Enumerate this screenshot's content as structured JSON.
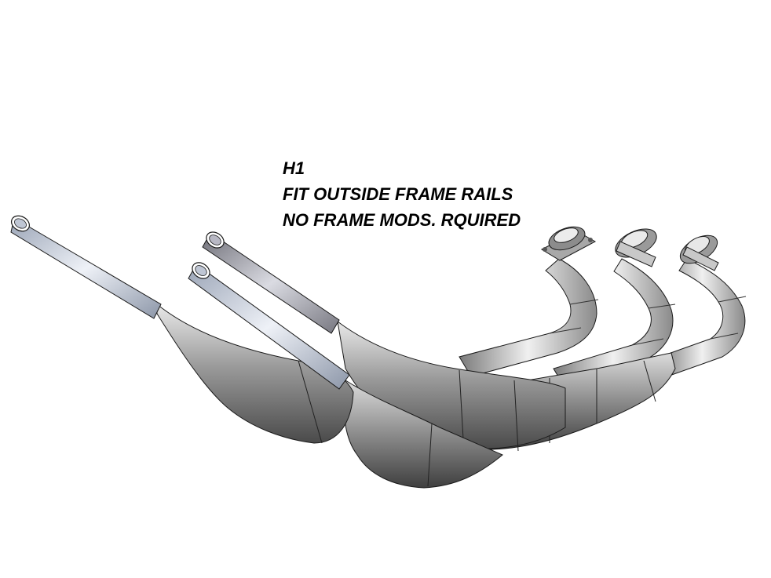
{
  "annotation": {
    "lines": [
      "H1",
      "FIT OUTSIDE FRAME RAILS",
      "NO FRAME MODS. RQUIRED"
    ]
  },
  "colors": {
    "background": "#ffffff",
    "text": "#000000",
    "metal_dark": "#5a5a5a",
    "metal_light": "#e6e6e6",
    "pipe_blue_tint": "#c8d0e0",
    "edge_lines": "#1a1a1a"
  },
  "parts": [
    "exhaust-header-pipe-left",
    "exhaust-header-pipe-middle",
    "exhaust-header-pipe-right",
    "expansion-chamber-left",
    "expansion-chamber-middle",
    "expansion-chamber-right",
    "stinger-tailpipe-left",
    "stinger-tailpipe-middle",
    "stinger-tailpipe-right",
    "exhaust-flange-left",
    "exhaust-flange-middle",
    "exhaust-flange-right"
  ]
}
